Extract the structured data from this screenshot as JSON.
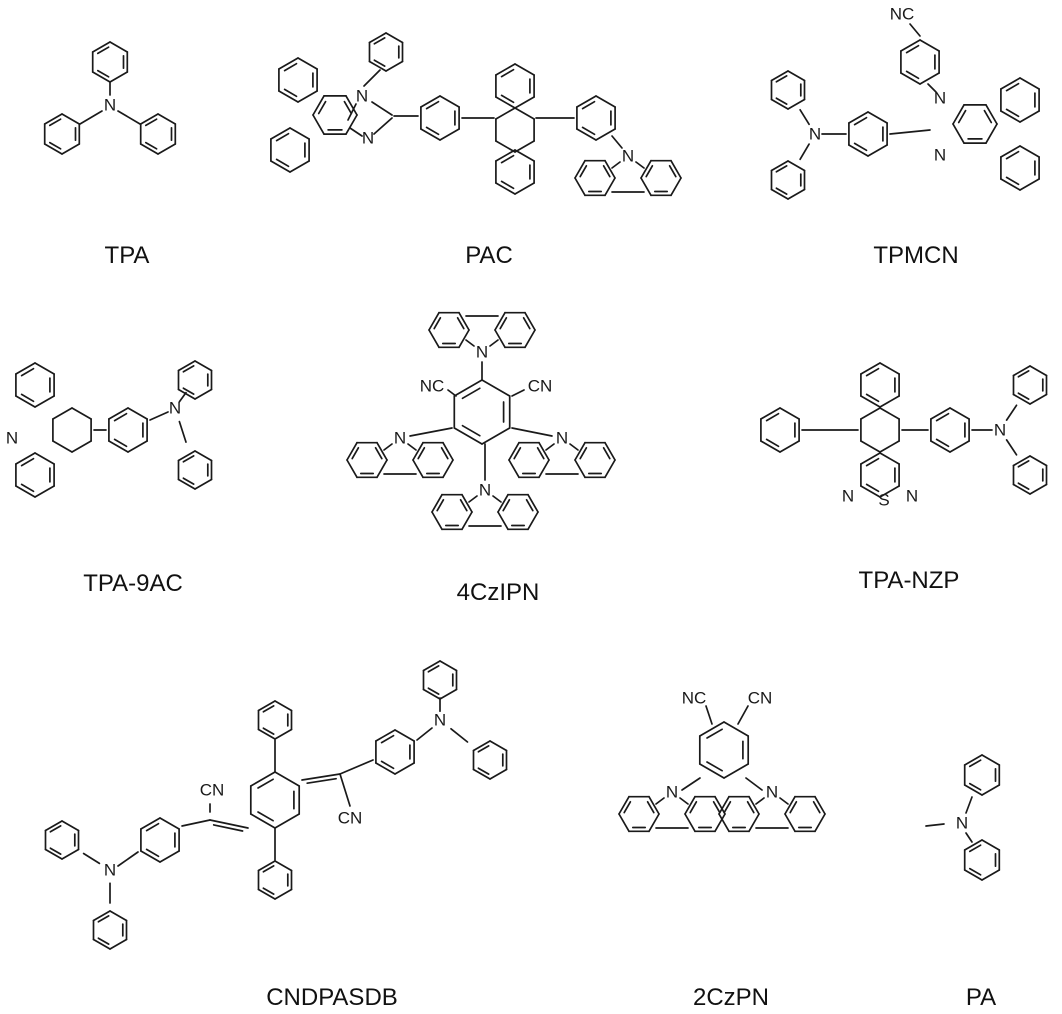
{
  "figure": {
    "molecules": [
      {
        "id": "tpa",
        "name": "TPA"
      },
      {
        "id": "pac",
        "name": "PAC"
      },
      {
        "id": "tpmcn",
        "name": "TPMCN"
      },
      {
        "id": "tpa9ac",
        "name": "TPA-9AC"
      },
      {
        "id": "4czipn",
        "name": "4CzIPN"
      },
      {
        "id": "tpanzp",
        "name": "TPA-NZP"
      },
      {
        "id": "cndpasdb",
        "name": "CNDPASDB"
      },
      {
        "id": "2czpn",
        "name": "2CzPN"
      },
      {
        "id": "pa",
        "name": "PA"
      }
    ],
    "atoms": {
      "nitrogen": "N",
      "sulfur": "S",
      "nitrile": "CN",
      "nitrile_left": "NC"
    }
  }
}
